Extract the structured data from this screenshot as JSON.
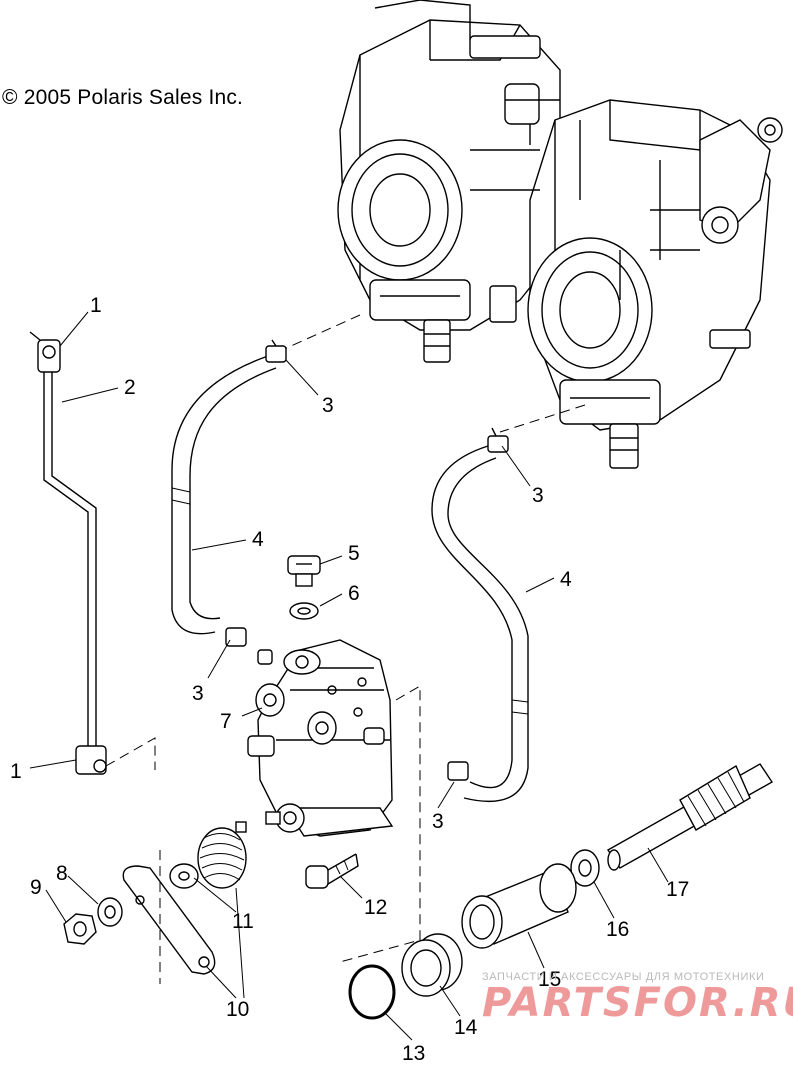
{
  "copyright": "© 2005 Polaris Sales Inc.",
  "callouts": [
    "1",
    "2",
    "3",
    "3",
    "4",
    "5",
    "6",
    "3",
    "4",
    "7",
    "1",
    "3",
    "12",
    "17",
    "9",
    "8",
    "11",
    "16",
    "15",
    "10",
    "14",
    "13"
  ],
  "watermark": {
    "caption": "ЗАПЧАСТИ И АКСЕССУАРЫ ДЛЯ МОТОТЕХНИКИ",
    "brand": "PARTSFOR.RU"
  }
}
